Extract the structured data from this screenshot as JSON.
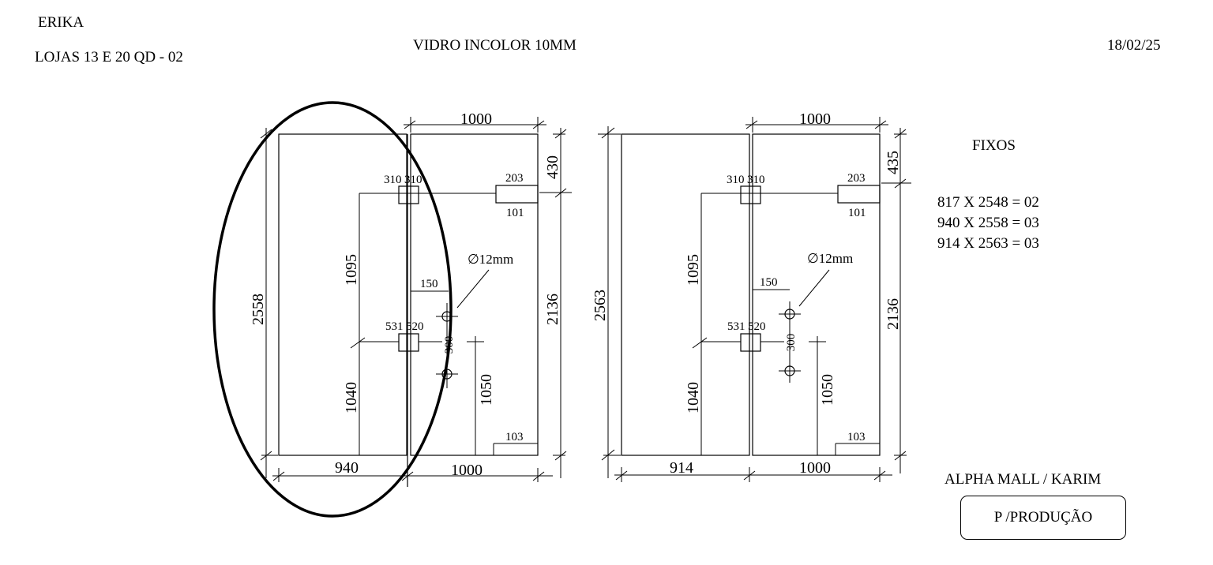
{
  "header": {
    "client": "ERIKA",
    "location": "LOJAS  13 E 20  QD - 02",
    "material": "VIDRO INCOLOR 10MM",
    "date": "18/02/25"
  },
  "sidebar": {
    "title": "FIXOS",
    "items": [
      "817 X 2548 = 02",
      "940 X 2558 = 03",
      "914 X 2563 = 03"
    ],
    "project": "ALPHA MALL / KARIM",
    "status": "P /PRODUÇÃO"
  },
  "drawing_left": {
    "top_width": "1000",
    "top_right": "430",
    "left_height": "2558",
    "bottom_left": "940",
    "bottom_right": "1000",
    "right_height": "2136",
    "notch_top_a": "310",
    "notch_top_b": "310",
    "notch_mid_a": "531",
    "notch_mid_b": "520",
    "lock_203": "203",
    "lock_101": "101",
    "hole_dim": "∅12mm",
    "dim_150": "150",
    "dim_300": "300",
    "dim_1095": "1095",
    "dim_1040": "1040",
    "dim_1050": "1050",
    "dim_103": "103"
  },
  "drawing_right": {
    "top_width": "1000",
    "top_right": "435",
    "left_height": "2563",
    "bottom_left": "914",
    "bottom_right": "1000",
    "right_height": "2136",
    "notch_top_a": "310",
    "notch_top_b": "310",
    "notch_mid_a": "531",
    "notch_mid_b": "520",
    "lock_203": "203",
    "lock_101": "101",
    "hole_dim": "∅12mm",
    "dim_150": "150",
    "dim_300": "300",
    "dim_1095": "1095",
    "dim_1040": "1040",
    "dim_1050": "1050",
    "dim_103": "103"
  }
}
